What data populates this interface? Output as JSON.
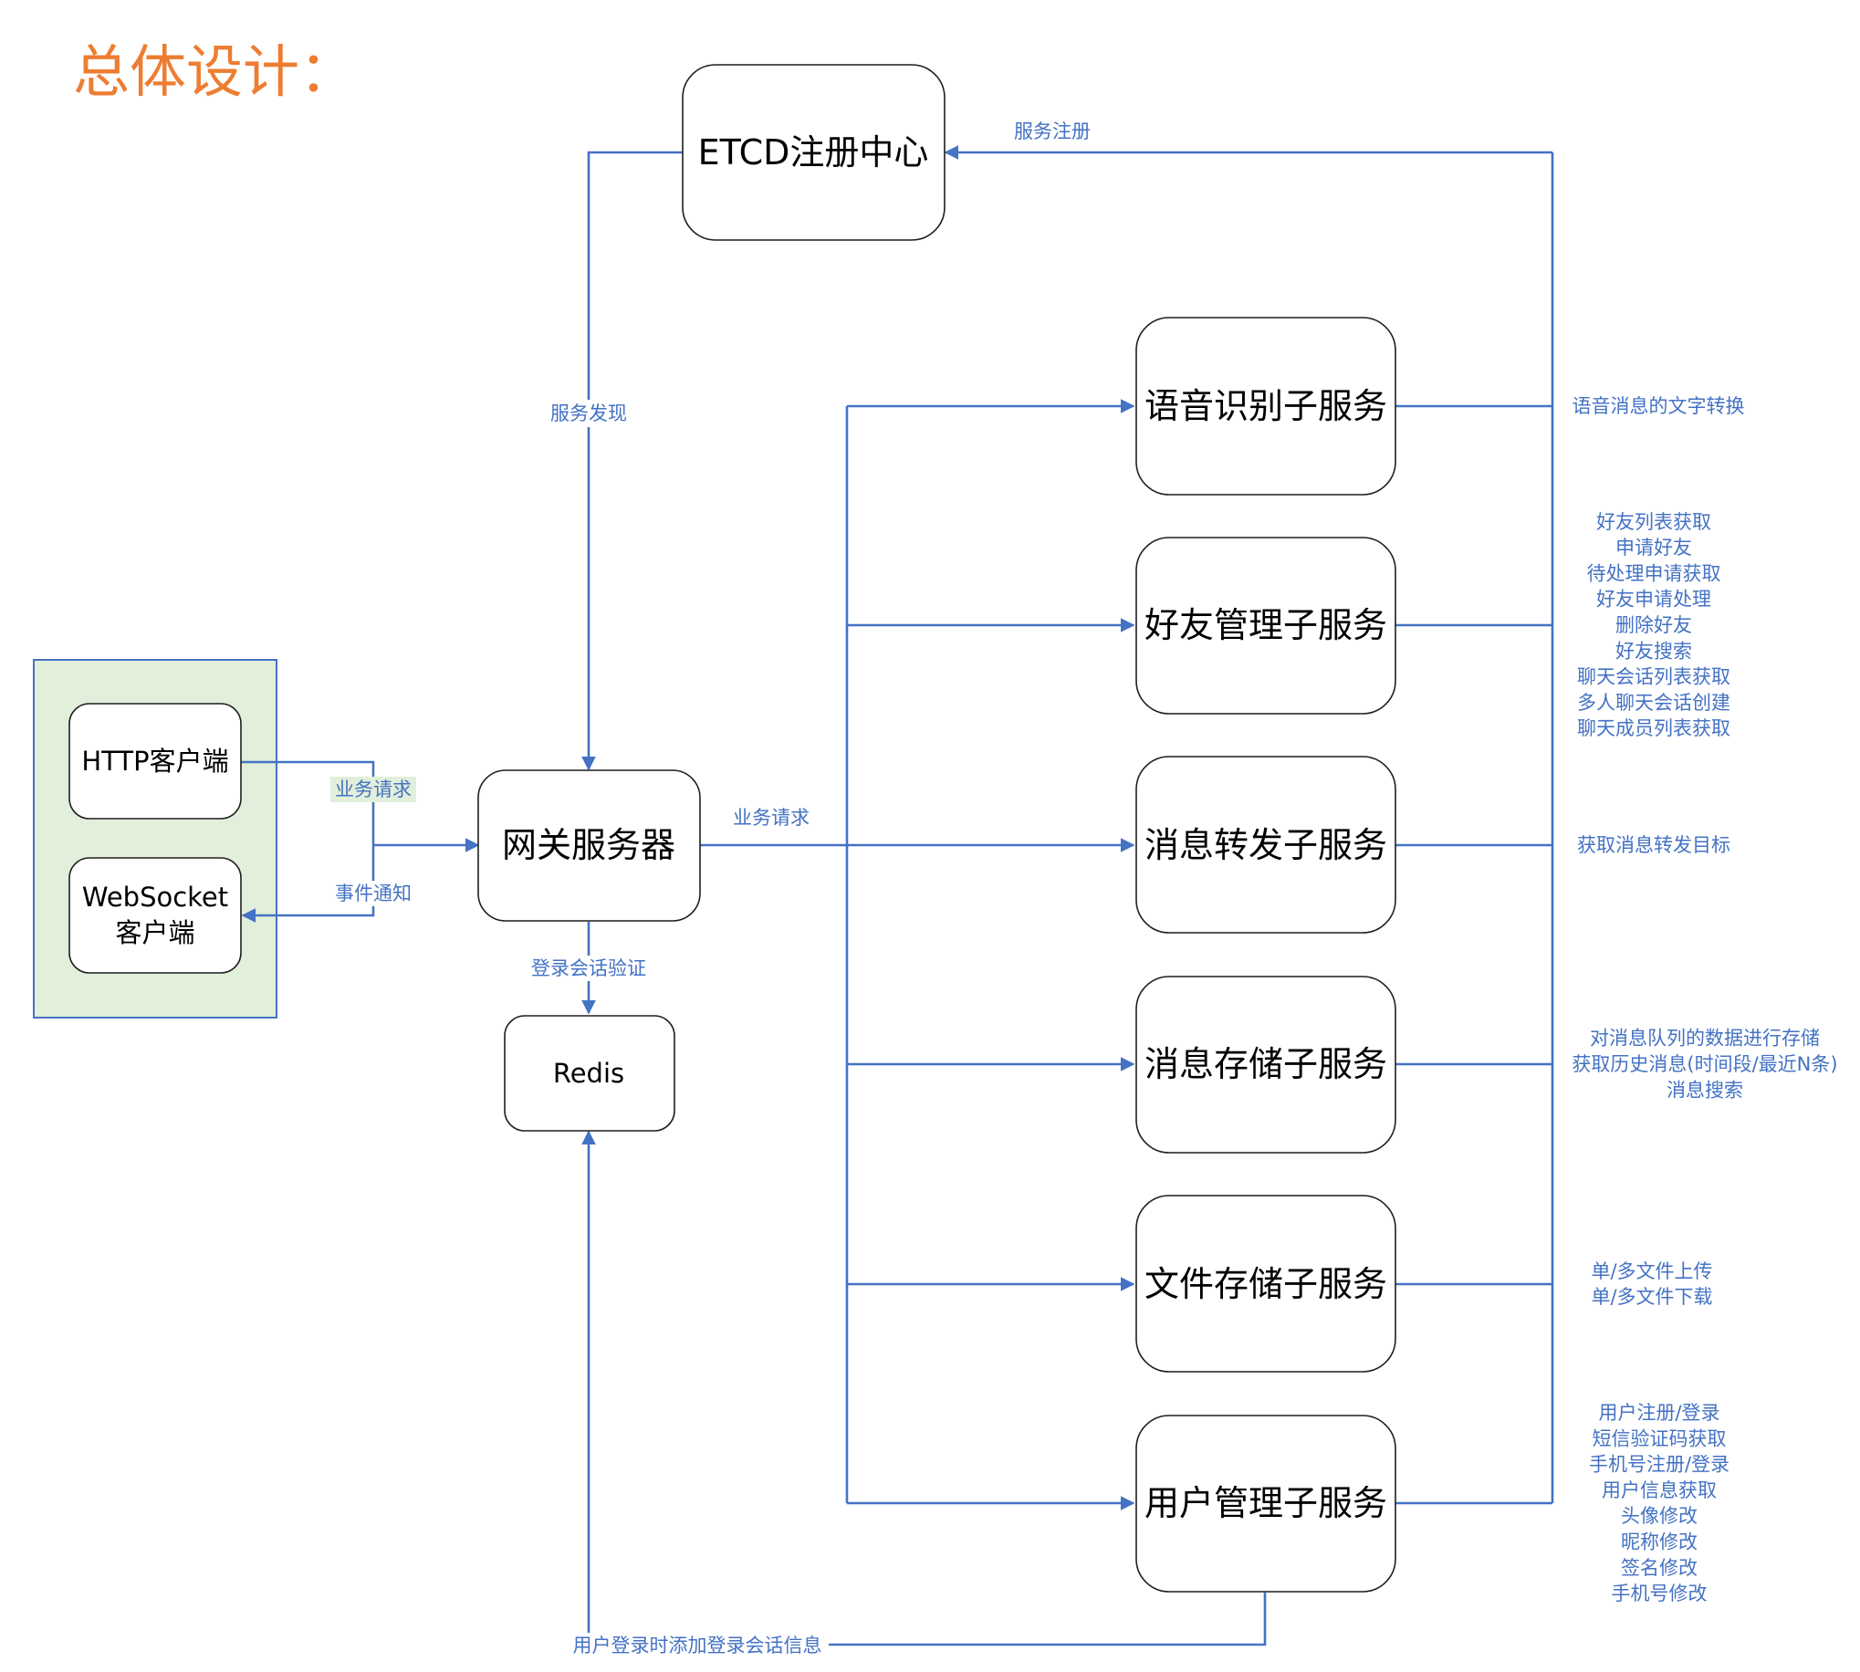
{
  "title": "总体设计：",
  "colors": {
    "accent": "#4472c4",
    "title": "#ed7d31",
    "client_group_fill": "#e2efda",
    "client_group_border": "#4472c4"
  },
  "nodes": {
    "etcd": "ETCD注册中心",
    "gateway": "网关服务器",
    "redis": "Redis",
    "http_client": "HTTP客户端",
    "websocket_client": [
      "WebSocket",
      "客户端"
    ],
    "speech": "语音识别子服务",
    "friend": "好友管理子服务",
    "msg_forward": "消息转发子服务",
    "msg_store": "消息存储子服务",
    "file_store": "文件存储子服务",
    "user": "用户管理子服务"
  },
  "edges": {
    "service_register": "服务注册",
    "service_discovery": "服务发现",
    "business_request_client": "业务请求",
    "event_notify": "事件通知",
    "business_request_gateway": "业务请求",
    "login_session_verify": "登录会话验证",
    "add_login_session": "用户登录时添加登录会话信息"
  },
  "service_features": {
    "speech": [
      "语音消息的文字转换"
    ],
    "friend": [
      "好友列表获取",
      "申请好友",
      "待处理申请获取",
      "好友申请处理",
      "删除好友",
      "好友搜索",
      "聊天会话列表获取",
      "多人聊天会话创建",
      "聊天成员列表获取"
    ],
    "msg_forward": [
      "获取消息转发目标"
    ],
    "msg_store": [
      "对消息队列的数据进行存储",
      "获取历史消息(时间段/最近N条)",
      "消息搜索"
    ],
    "file_store": [
      "单/多文件上传",
      "单/多文件下载"
    ],
    "user": [
      "用户注册/登录",
      "短信验证码获取",
      "手机号注册/登录",
      "用户信息获取",
      "头像修改",
      "昵称修改",
      "签名修改",
      "手机号修改"
    ]
  }
}
